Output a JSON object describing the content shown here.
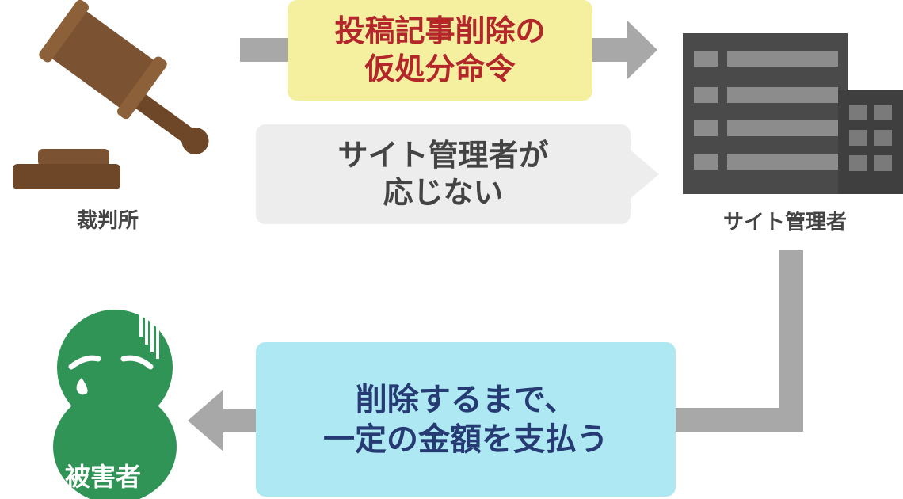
{
  "court": {
    "label": "裁判所",
    "icon": "gavel-icon",
    "color": "#7b5232"
  },
  "admin": {
    "label": "サイト管理者",
    "icon": "building-icon",
    "color": "#444444"
  },
  "victim": {
    "label": "被害者",
    "icon": "crying-person-icon",
    "color": "#2f9456"
  },
  "order_box": {
    "line1": "投稿記事削除の",
    "line2": "仮処分命令",
    "color": "#f4f0a0",
    "text_color": "#b3262a"
  },
  "refuse_bubble": {
    "line1": "サイト管理者が",
    "line2": "応じない",
    "color": "#ededed"
  },
  "payment_box": {
    "line1": "削除するまで、",
    "line2": "一定の金額を支払う",
    "color": "#aee8f3",
    "text_color": "#263a73"
  },
  "arrow_color": "#a8a8a8"
}
